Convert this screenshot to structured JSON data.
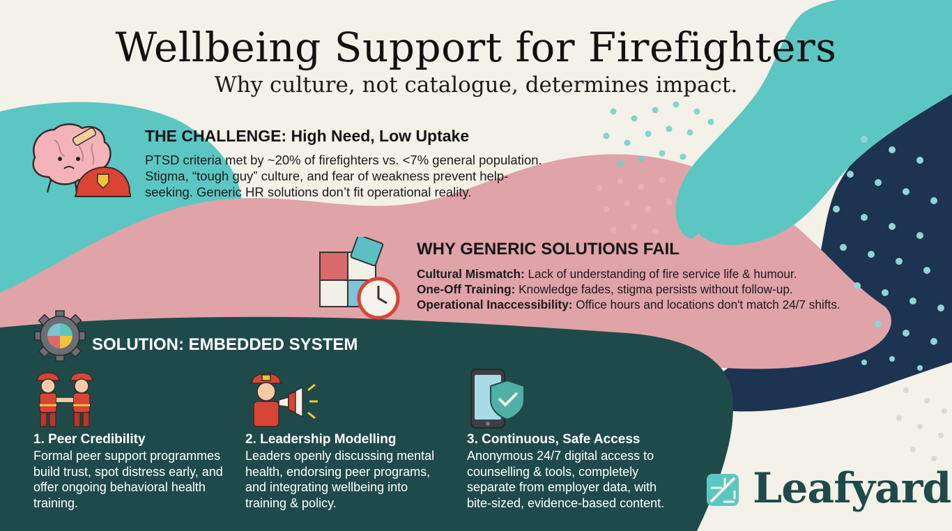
{
  "header": {
    "title": "Wellbeing Support for Firefighters",
    "subtitle": "Why culture, not catalogue, determines impact."
  },
  "challenge": {
    "heading": "THE CHALLENGE: High Need, Low Uptake",
    "body": "PTSD criteria met by ~20% of firefighters vs. <7% general population. Stigma, “tough guy” culture, and fear of weakness prevent help-seeking. Generic HR solutions don’t fit operational reality.",
    "icon": "brain-with-helmet-icon"
  },
  "failures": {
    "heading": "WHY GENERIC SOLUTIONS FAIL",
    "icon": "puzzle-clock-icon",
    "items": [
      {
        "term": "Cultural Mismatch:",
        "text": " Lack of understanding of fire service life & humour."
      },
      {
        "term": "One-Off Training:",
        "text": " Knowledge fades, stigma persists without follow-up."
      },
      {
        "term": "Operational Inaccessibility:",
        "text": " Office hours and locations don't match 24/7 shifts."
      }
    ]
  },
  "solution": {
    "heading": "SOLUTION: EMBEDDED SYSTEM",
    "icon": "gear-puzzle-icon",
    "cards": [
      {
        "title": "1. Peer Credibility",
        "body": "Formal peer support programmes build trust, spot distress early, and offer ongoing behavioral health training.",
        "icon": "firefighters-handshake-icon"
      },
      {
        "title": "2. Leadership Modelling",
        "body": "Leaders openly discussing mental health, endorsing peer programs, and integrating wellbeing into training & policy.",
        "icon": "megaphone-leader-icon"
      },
      {
        "title": "3. Continuous, Safe Access",
        "body": "Anonymous 24/7 digital access to counselling & tools, completely separate from employer data, with bite-sized, evidence-based content.",
        "icon": "phone-shield-icon"
      }
    ]
  },
  "brand": {
    "name": "Leafyard",
    "icon": "leaf-logo-icon"
  },
  "colors": {
    "cream": "#f3f1e8",
    "teal": "#5cc7c2",
    "pink": "#e0a3a7",
    "dark_green": "#1e4b49",
    "navy": "#1c3352"
  }
}
